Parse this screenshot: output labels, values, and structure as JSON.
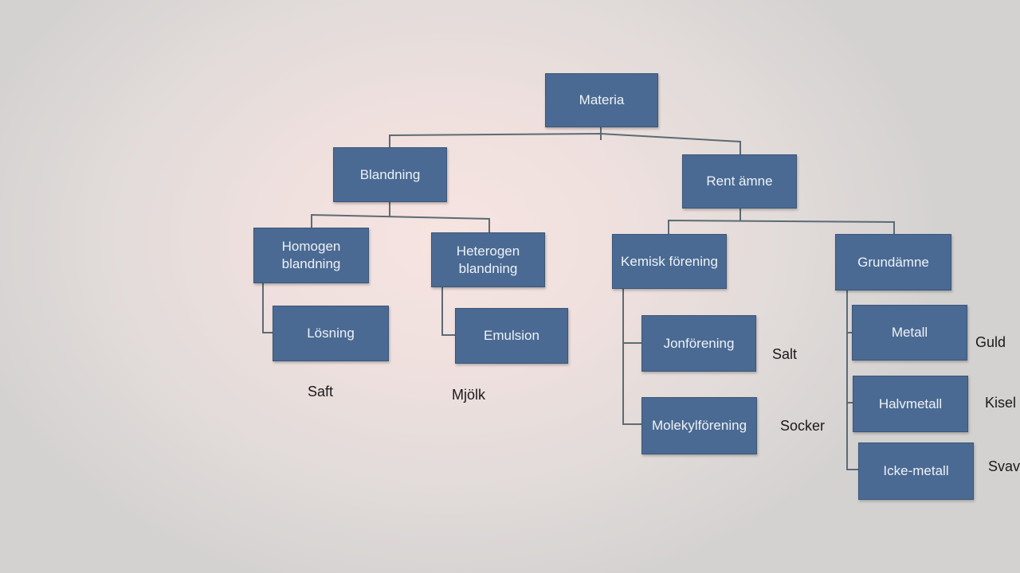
{
  "nodes": {
    "materia": "Materia",
    "blandning": "Blandning",
    "rent_amne": "Rent ämne",
    "homogen": "Homogen\nblandning",
    "heterogen": "Heterogen\nblandning",
    "kemisk_forening": "Kemisk förening",
    "grundamne": "Grundämne",
    "losning": "Lösning",
    "emulsion": "Emulsion",
    "jonforening": "Jonförening",
    "molekylforening": "Molekylförening",
    "metall": "Metall",
    "halvmetall": "Halvmetall",
    "icke_metall": "Icke-metall"
  },
  "examples": {
    "saft": "Saft",
    "mjolk": "Mjölk",
    "salt": "Salt",
    "socker": "Socker",
    "guld": "Guld",
    "kisel": "Kisel",
    "svavel": "Svav"
  },
  "colors": {
    "node_fill": "#4a6a93",
    "node_text": "#eef2f7",
    "connector": "#5c6b74"
  }
}
